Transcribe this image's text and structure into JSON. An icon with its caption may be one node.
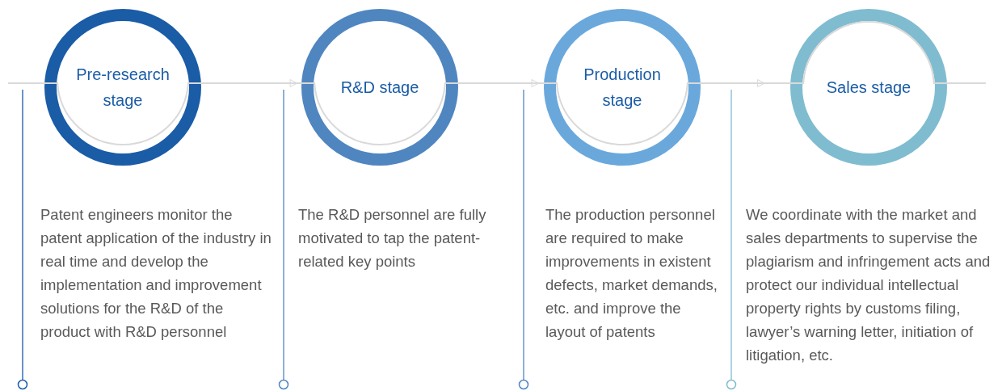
{
  "diagram": {
    "nodes": [
      {
        "text": [
          "Pre-research stage"
        ]
      },
      {
        "text": [
          "R&D stage"
        ]
      },
      {
        "text": [
          "Production stage"
        ]
      },
      {
        "text": [
          "Sales stage"
        ]
      }
    ],
    "edges": [
      {
        "from": null,
        "to": 0,
        "arrow": "to"
      },
      {
        "from": 0,
        "to": 1,
        "arrow": "to"
      },
      {
        "from": 1,
        "to": 2,
        "arrow": "to"
      },
      {
        "from": 2,
        "to": 3,
        "arrow": "to"
      },
      {
        "from": 3,
        "to": null,
        "arrow": "none"
      }
    ],
    "labels": [
      "Patent engineers monitor the patent application of the industry in real time and develop the implementation and improvement solutions for the R&D of the product with R&D personnel",
      "The R&D personnel are fully motivated to tap the patent-related key points",
      "The production personnel are required to make improvements in existent defects, market demands, etc. and improve the layout of patents",
      "We coordinate with the market and sales departments to supervise the plagiarism and infringement acts and protect our individual intellectual property rights by customs filing, lawyer’s warning letter, initiation of litigation, etc."
    ]
  }
}
